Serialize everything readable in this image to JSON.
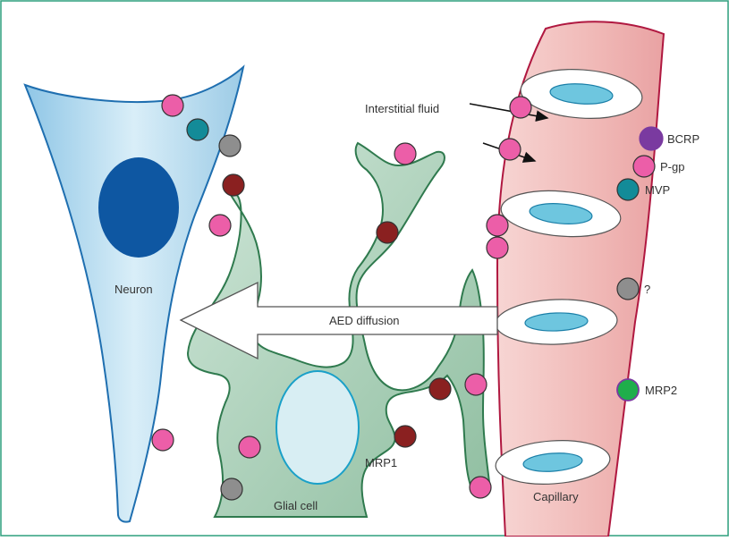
{
  "labels": {
    "neuron": "Neuron",
    "glial_cell": "Glial cell",
    "capillary": "Capillary",
    "interstitial_fluid": "Interstitial fluid",
    "aed_diffusion": "AED diffusion",
    "mrp1": "MRP1"
  },
  "legend": {
    "bcrp": "BCRP",
    "pgp": "P-gp",
    "mvp": "MVP",
    "unknown": "?",
    "mrp2": "MRP2"
  },
  "colors": {
    "frame": "#2e9f7d",
    "neuron_fill": "#bfe0f0",
    "neuron_stroke": "#1f6fb0",
    "nucleus": "#0e57a2",
    "glial_fill": "#a9cdb6",
    "glial_stroke": "#2f7a4e",
    "glial_nucleus_fill": "#d8eef3",
    "glial_nucleus_stroke": "#1aa0c8",
    "capillary_fill": "#f2c1c0",
    "capillary_stroke": "#b01840",
    "ring_inner": "#6ec6df",
    "pgp": "#ec5ea8",
    "mvp": "#138b98",
    "unknown": "#8e8e8e",
    "mrp1": "#8a2020",
    "mrp2": "#1fae4b",
    "bcrp": "#7a3aa0"
  }
}
